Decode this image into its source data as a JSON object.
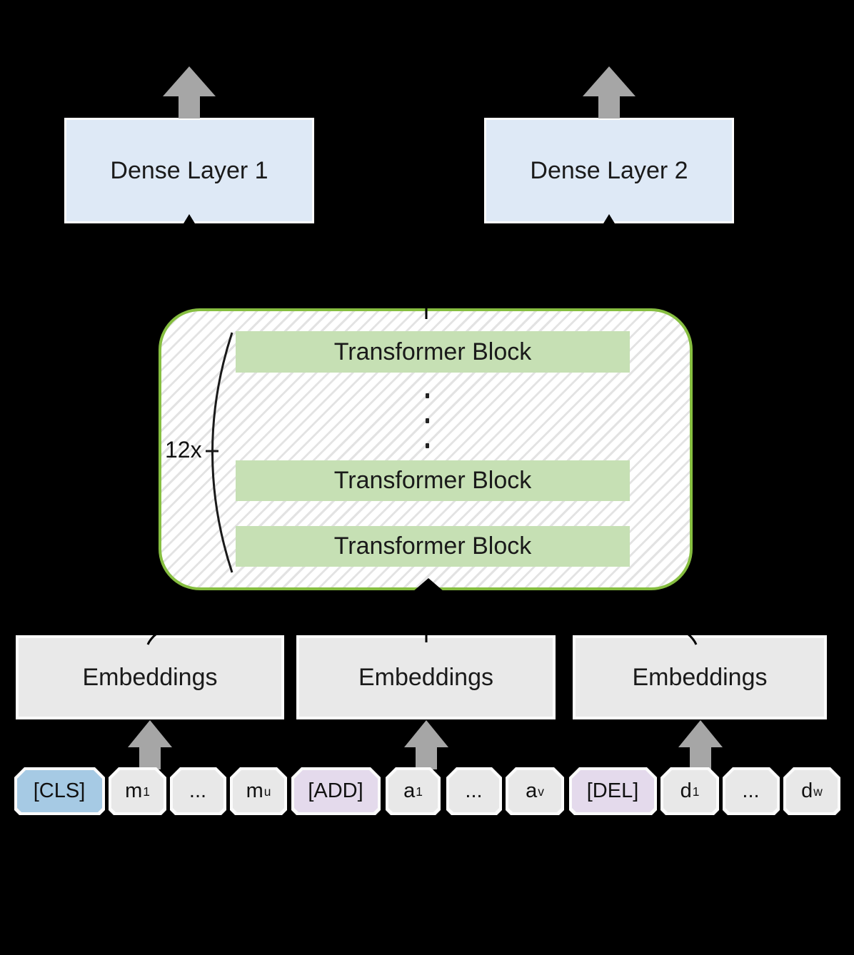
{
  "dense_layers": [
    {
      "label": "Dense Layer 1"
    },
    {
      "label": "Dense Layer 2"
    }
  ],
  "transformer": {
    "repeat_label": "12x",
    "blocks": [
      "Transformer Block",
      "Transformer Block",
      "Transformer Block"
    ],
    "dots": [
      "·",
      "·",
      "·"
    ]
  },
  "embeddings": [
    {
      "label": "Embeddings"
    },
    {
      "label": "Embeddings"
    },
    {
      "label": "Embeddings"
    }
  ],
  "tokens": [
    {
      "text": "[CLS]",
      "sub": "",
      "type": "cls"
    },
    {
      "text": "m",
      "sub": "1",
      "type": "plain"
    },
    {
      "text": "...",
      "sub": "",
      "type": "plain"
    },
    {
      "text": "m",
      "sub": "u",
      "type": "plain"
    },
    {
      "text": "[ADD]",
      "sub": "",
      "type": "special"
    },
    {
      "text": "a",
      "sub": "1",
      "type": "plain"
    },
    {
      "text": "...",
      "sub": "",
      "type": "plain"
    },
    {
      "text": "a",
      "sub": "v",
      "type": "plain"
    },
    {
      "text": "[DEL]",
      "sub": "",
      "type": "special"
    },
    {
      "text": "d",
      "sub": "1",
      "type": "plain"
    },
    {
      "text": "...",
      "sub": "",
      "type": "plain"
    },
    {
      "text": "d",
      "sub": "w",
      "type": "plain"
    }
  ],
  "colors": {
    "background": "#000000",
    "dense_fill": "#DEE9F6",
    "embeddings_fill": "#E9E9E9",
    "transformer_border": "#86BE40",
    "transformer_block_fill": "#C6E0B4",
    "token_cls_fill": "#A6CAE4",
    "token_special_fill": "#E4DAEC",
    "token_plain_fill": "#E8E8E8",
    "arrow_gray": "#A6A6A6",
    "text": "#1A1A1A"
  }
}
